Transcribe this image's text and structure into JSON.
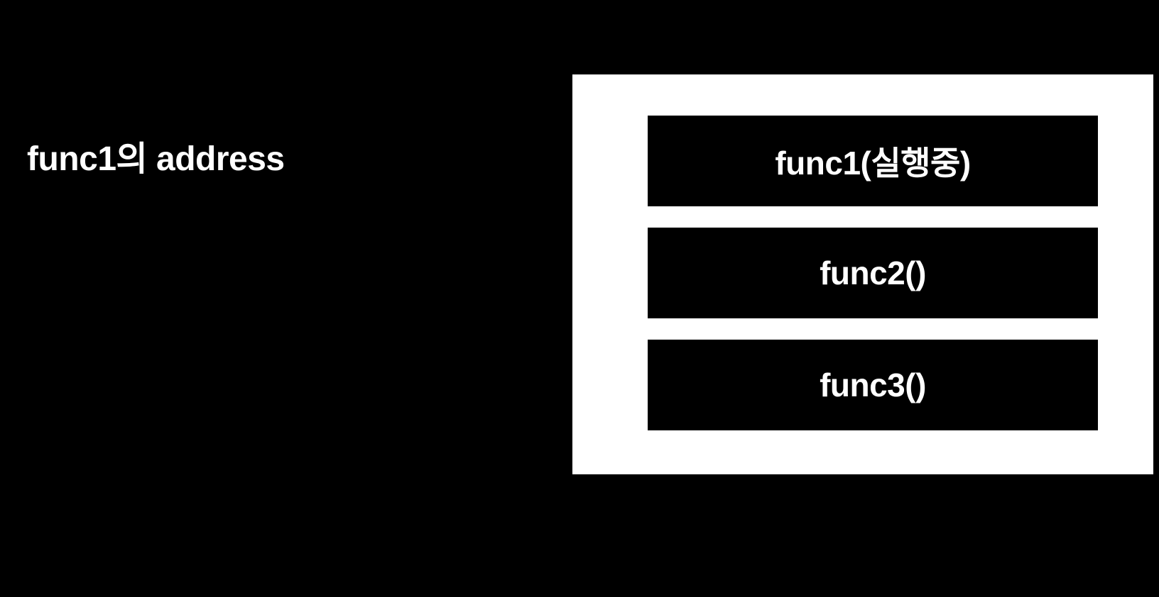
{
  "diagram": {
    "background_color": "#000000",
    "panel_color": "#ffffff",
    "frame_color": "#000000",
    "text_color": "#ffffff",
    "caption": "func1의 address",
    "arrow_icon": "arrow-right-icon",
    "stack_frames": [
      {
        "label": "func1(실행중)"
      },
      {
        "label": "func2()"
      },
      {
        "label": "func3()"
      }
    ]
  }
}
